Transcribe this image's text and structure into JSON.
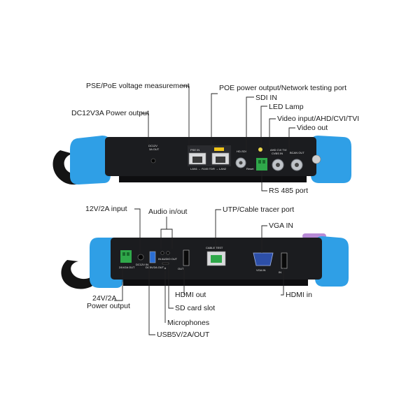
{
  "top_panel": {
    "labels": {
      "pse_poe": "PSE/PoE voltage measurement",
      "poe_output": "POE power output/Network testing port",
      "dc12v": "DC12V3A Power output",
      "sdi_in": "SDI IN",
      "led_lamp": "LED Lamp",
      "video_input": "Video input/AHD/CVI/TVI",
      "video_out": "Video out",
      "rs485": "RS 485 port"
    }
  },
  "bottom_panel": {
    "labels": {
      "power_12v_input": "12V/2A input",
      "audio_inout": "Audio in/out",
      "utp_cable": "UTP/Cable tracer port",
      "vga_in": "VGA IN",
      "power_24v_line1": "24V/2A",
      "power_24v_line2": "Power output",
      "hdmi_out": "HDMI out",
      "hdmi_in": "HDMI in",
      "sd_card": "SD card slot",
      "microphones": "Microphones",
      "usb": "USB5V/2A/OUT"
    }
  },
  "colors": {
    "bumper": "#2f9fe6",
    "body": "#1b1c1f",
    "rs485_terminal": "#2fa84a",
    "vga_port": "#2d4fa8",
    "poe_marker": "#f0c419",
    "strap": "#141414",
    "stylus": "#b88ad6"
  },
  "icons": [
    "bnc-connector-icon",
    "rj45-port-icon",
    "hdmi-port-icon",
    "usb-port-icon",
    "vga-port-icon",
    "terminal-block-icon",
    "dc-jack-icon",
    "led-icon"
  ]
}
